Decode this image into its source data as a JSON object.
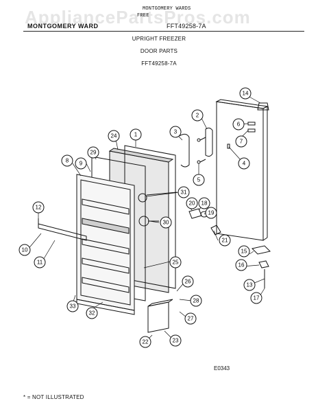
{
  "header": {
    "stamp_line1": "MONTGOMERY WARDS",
    "stamp_line2": "FREE",
    "brand": "MONTGOMERY WARD",
    "model": "FFT49258-7A"
  },
  "title": {
    "line1": "UPRIGHT FREEZER",
    "line2": "DOOR PARTS",
    "line3": "FFT49258-7A"
  },
  "watermark": "AppliancePartsPros.com",
  "diagram_code": "E0343",
  "footnote": "* = NOT ILLUSTRATED",
  "callouts": [
    {
      "id": "1",
      "label": "1"
    },
    {
      "id": "2",
      "label": "2"
    },
    {
      "id": "3",
      "label": "3"
    },
    {
      "id": "4",
      "label": "4"
    },
    {
      "id": "5",
      "label": "5"
    },
    {
      "id": "6",
      "label": "6"
    },
    {
      "id": "7",
      "label": "7"
    },
    {
      "id": "8",
      "label": "8"
    },
    {
      "id": "9",
      "label": "9"
    },
    {
      "id": "10",
      "label": "10"
    },
    {
      "id": "11",
      "label": "11"
    },
    {
      "id": "12",
      "label": "12"
    },
    {
      "id": "13",
      "label": "13"
    },
    {
      "id": "14",
      "label": "14"
    },
    {
      "id": "15",
      "label": "15"
    },
    {
      "id": "16",
      "label": "16"
    },
    {
      "id": "17",
      "label": "17"
    },
    {
      "id": "18",
      "label": "18"
    },
    {
      "id": "19",
      "label": "19"
    },
    {
      "id": "20",
      "label": "20"
    },
    {
      "id": "21",
      "label": "21"
    },
    {
      "id": "22",
      "label": "22"
    },
    {
      "id": "23",
      "label": "23"
    },
    {
      "id": "24",
      "label": "24"
    },
    {
      "id": "25",
      "label": "25"
    },
    {
      "id": "26",
      "label": "26"
    },
    {
      "id": "27",
      "label": "27"
    },
    {
      "id": "28",
      "label": "28"
    },
    {
      "id": "29",
      "label": "29"
    },
    {
      "id": "30",
      "label": "30"
    },
    {
      "id": "31",
      "label": "31"
    },
    {
      "id": "32",
      "label": "32"
    },
    {
      "id": "33",
      "label": "33"
    }
  ]
}
